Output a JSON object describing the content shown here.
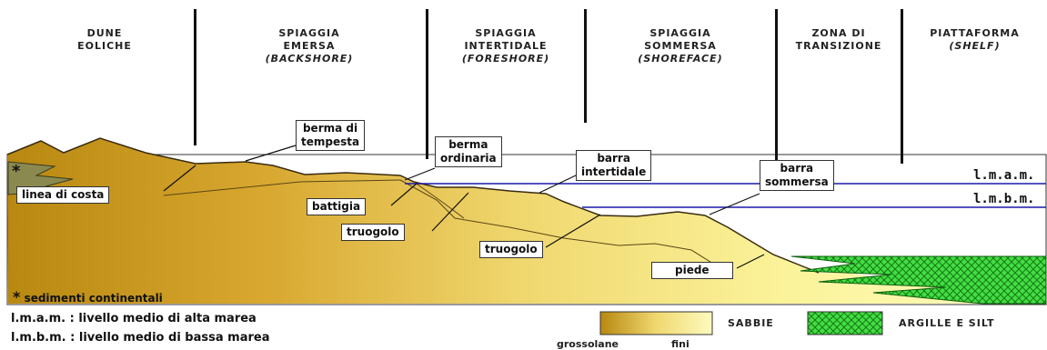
{
  "zones": [
    {
      "line1": "DUNE",
      "line2": "EOLICHE",
      "sub": ""
    },
    {
      "line1": "SPIAGGIA",
      "line2": "EMERSA",
      "sub": "(BACKSHORE)"
    },
    {
      "line1": "SPIAGGIA",
      "line2": "INTERTIDALE",
      "sub": "(FORESHORE)"
    },
    {
      "line1": "SPIAGGIA",
      "line2": "SOMMERSA",
      "sub": "(SHOREFACE)"
    },
    {
      "line1": "ZONA DI",
      "line2": "TRANSIZIONE",
      "sub": ""
    },
    {
      "line1": "PIATTAFORMA",
      "line2": "",
      "sub": "(SHELF)"
    }
  ],
  "labels": {
    "berma_tempesta": [
      "berma di",
      "tempesta"
    ],
    "berma_ordinaria": [
      "berma",
      "ordinaria"
    ],
    "barra_intertidale": [
      "barra",
      "intertidale"
    ],
    "barra_sommersa": [
      "barra",
      "sommersa"
    ],
    "linea_costa": "linea di costa",
    "battigia": "battigia",
    "truogolo1": "truogolo",
    "truogolo2": "truogolo",
    "piede": "piede"
  },
  "levels": {
    "high": "l.m.a.m.",
    "low": "l.m.b.m."
  },
  "legend": {
    "continental": "sedimenti continentali",
    "lmam_def": "l.m.a.m. : livello medio di alta marea",
    "lmbm_def": "l.m.b.m. : livello medio di bassa marea",
    "sands": "SABBIE",
    "coarse": "grossolane",
    "fine": "fini",
    "clay": "ARGILLE E SILT",
    "star": "*"
  },
  "colors": {
    "coarse_sand": "#c8920f",
    "fine_sand": "#fbf7a0",
    "clay": "#3ce03c",
    "water_line": "#1a1aaa",
    "continental": "#8a8a50"
  }
}
